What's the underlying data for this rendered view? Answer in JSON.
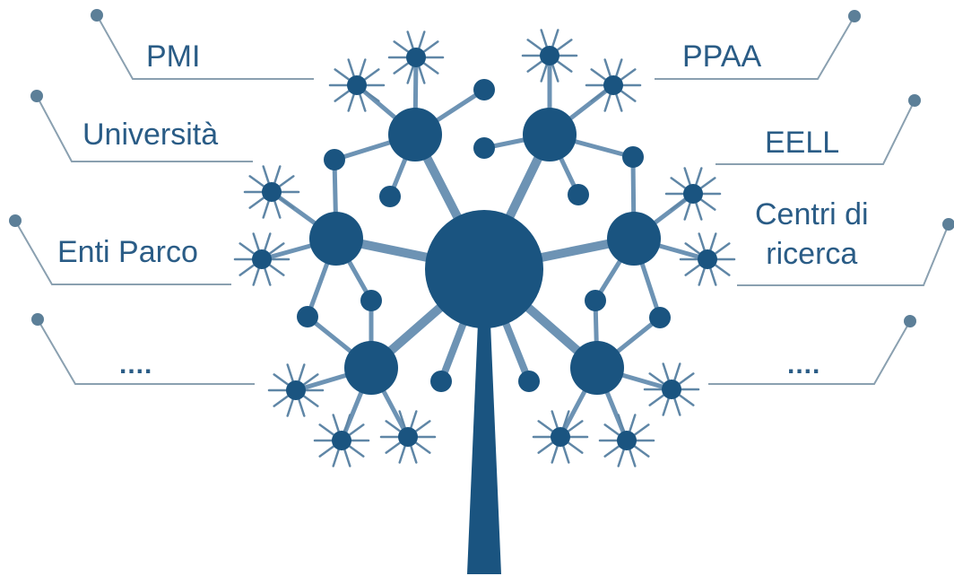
{
  "colors": {
    "tree": "#1a5480",
    "branch_light": "#6d93b4",
    "spike": "#5f86a6",
    "leader": "#8aa0b0",
    "pin": "#5c7f98",
    "text": "#2a5c86"
  },
  "labels": {
    "left": [
      {
        "text": "PMI"
      },
      {
        "text": "Università"
      },
      {
        "text": "Enti Parco"
      },
      {
        "text": "...."
      }
    ],
    "right": [
      {
        "text": "PPAA"
      },
      {
        "text": "EELL"
      },
      {
        "line1": "Centri di",
        "line2": "ricerca"
      },
      {
        "text": "...."
      }
    ]
  }
}
